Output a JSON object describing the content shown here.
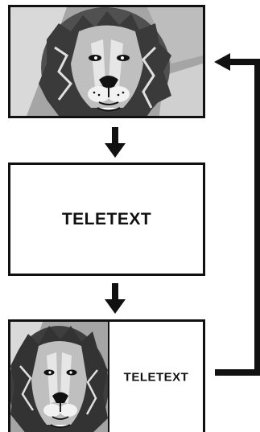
{
  "panels": {
    "teletext_full": {
      "label": "TELETEXT"
    },
    "split_view": {
      "text_label": "TELETEXT"
    }
  },
  "images": {
    "subject": "lion-portrait",
    "style": "grayscale illustration"
  },
  "colors": {
    "stroke": "#111111",
    "image_background": "#9a9a9a",
    "panel_background": "#ffffff"
  }
}
